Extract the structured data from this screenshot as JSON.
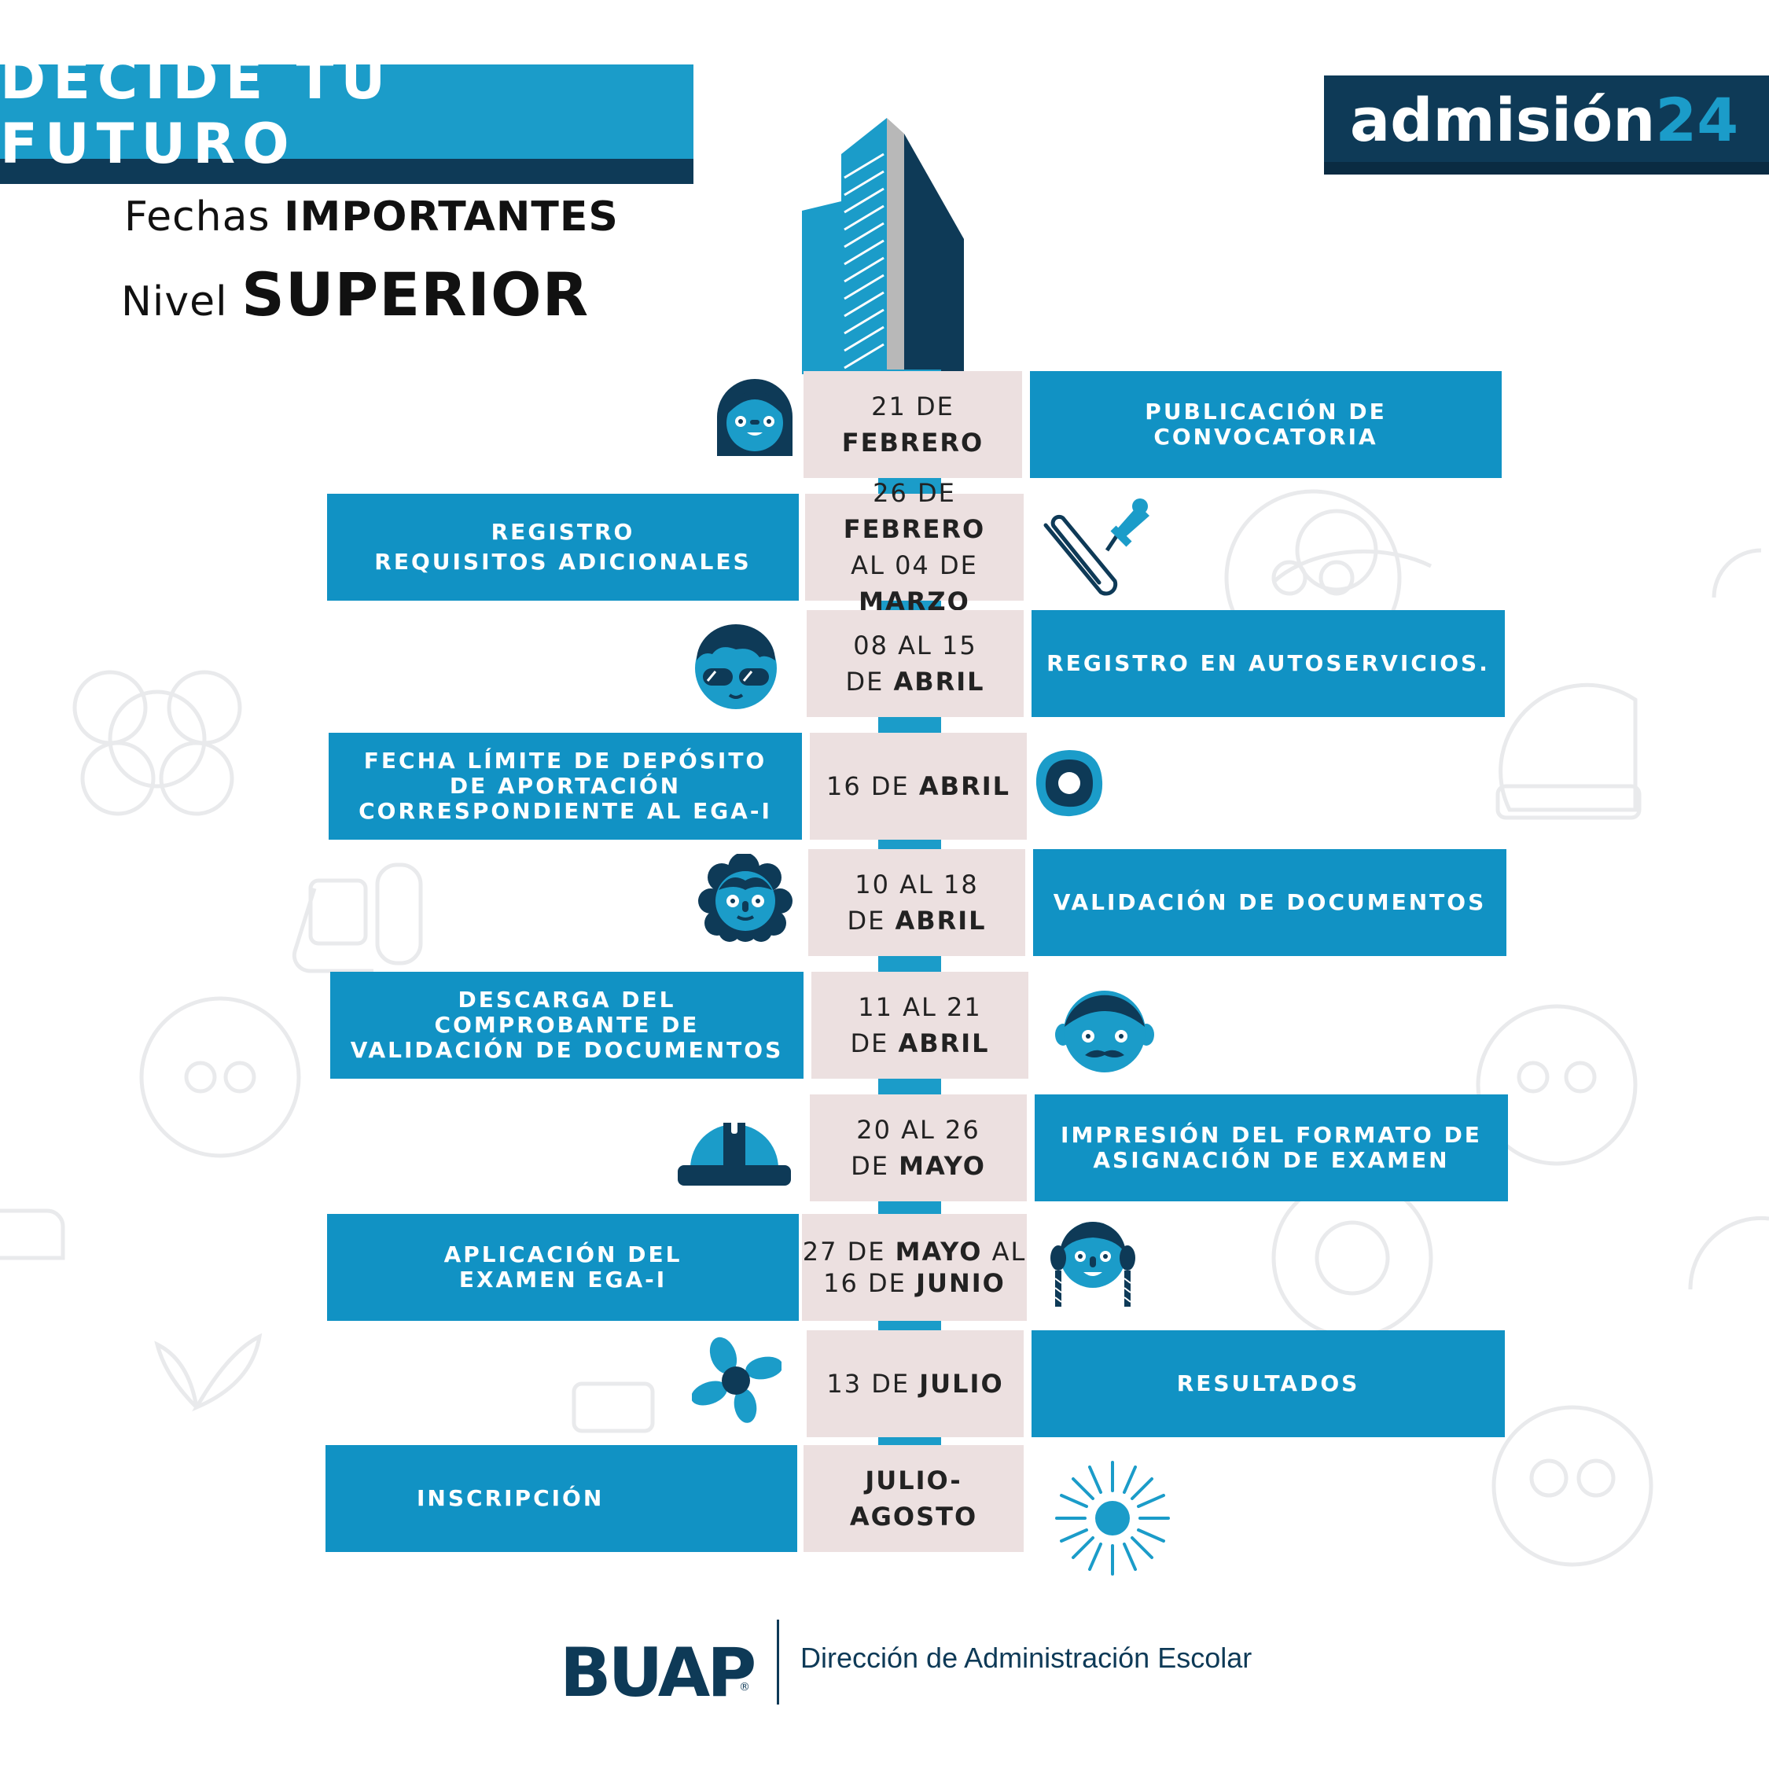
{
  "header": {
    "banner": "DECIDE TU FUTURO",
    "subtitle_line1_regular": "Fechas",
    "subtitle_line1_bold": "IMPORTANTES",
    "subtitle_line2_regular": "Nivel",
    "subtitle_line2_bold": "SUPERIOR",
    "brand_word": "admisión",
    "brand_number": "24"
  },
  "timeline": [
    {
      "date_pre": "21 DE",
      "date_bold": "FEBRERO",
      "date_line2_pre": "",
      "date_line2_bold": "",
      "event": "PUBLICACIÓN DE CONVOCATORIA"
    },
    {
      "date_pre": "26 DE",
      "date_bold": "FEBRERO",
      "date_line2_pre": "AL 04 DE",
      "date_line2_bold": "MARZO",
      "event": "REGISTRO\nREQUISITOS ADICIONALES"
    },
    {
      "date_pre": "08 AL 15",
      "date_bold": "",
      "date_line2_pre": "DE",
      "date_line2_bold": "ABRIL",
      "event": "REGISTRO EN AUTOSERVICIOS."
    },
    {
      "date_pre": "16 DE",
      "date_bold": "ABRIL",
      "date_line2_pre": "",
      "date_line2_bold": "",
      "event": "FECHA LÍMITE DE DEPÓSITO DE APORTACIÓN CORRESPONDIENTE AL EGA-I"
    },
    {
      "date_pre": "10 AL 18",
      "date_bold": "",
      "date_line2_pre": "DE",
      "date_line2_bold": "ABRIL",
      "event": "VALIDACIÓN DE DOCUMENTOS"
    },
    {
      "date_pre": "11 AL 21",
      "date_bold": "",
      "date_line2_pre": "DE",
      "date_line2_bold": "ABRIL",
      "event": "DESCARGA DEL COMPROBANTE DE VALIDACIÓN DE DOCUMENTOS"
    },
    {
      "date_pre": "20 AL 26",
      "date_bold": "",
      "date_line2_pre": "DE",
      "date_line2_bold": "MAYO",
      "event": "IMPRESIÓN DEL FORMATO DE ASIGNACIÓN DE EXAMEN"
    },
    {
      "date_pre": "27 DE",
      "date_bold": "MAYO",
      "date_pre2": "AL",
      "date_line2_pre": "16 DE",
      "date_line2_bold": "JUNIO",
      "event": "APLICACIÓN DEL EXAMEN EGA-I"
    },
    {
      "date_pre": "13 DE",
      "date_bold": "JULIO",
      "date_line2_pre": "",
      "date_line2_bold": "",
      "event": "RESULTADOS"
    },
    {
      "date_pre": "",
      "date_bold": "JULIO-AGOSTO",
      "date_line2_pre": "",
      "date_line2_bold": "",
      "event": "INSCRIPCIÓN"
    }
  ],
  "footer": {
    "logo": "BUAP",
    "registered": "®",
    "department": "Dirección de Administración Escolar"
  },
  "colors": {
    "accent": "#1b9cc9",
    "dark": "#0e3a57",
    "date_bg": "#ece0e0"
  },
  "icons": [
    "girl-face-icon",
    "pushpin-paperclip-icon",
    "sunglasses-boy-icon",
    "donut-icon",
    "curly-girl-icon",
    "mustache-man-icon",
    "hard-hat-icon",
    "braids-girl-icon",
    "flower-icon",
    "sun-icon",
    "building-icon"
  ]
}
